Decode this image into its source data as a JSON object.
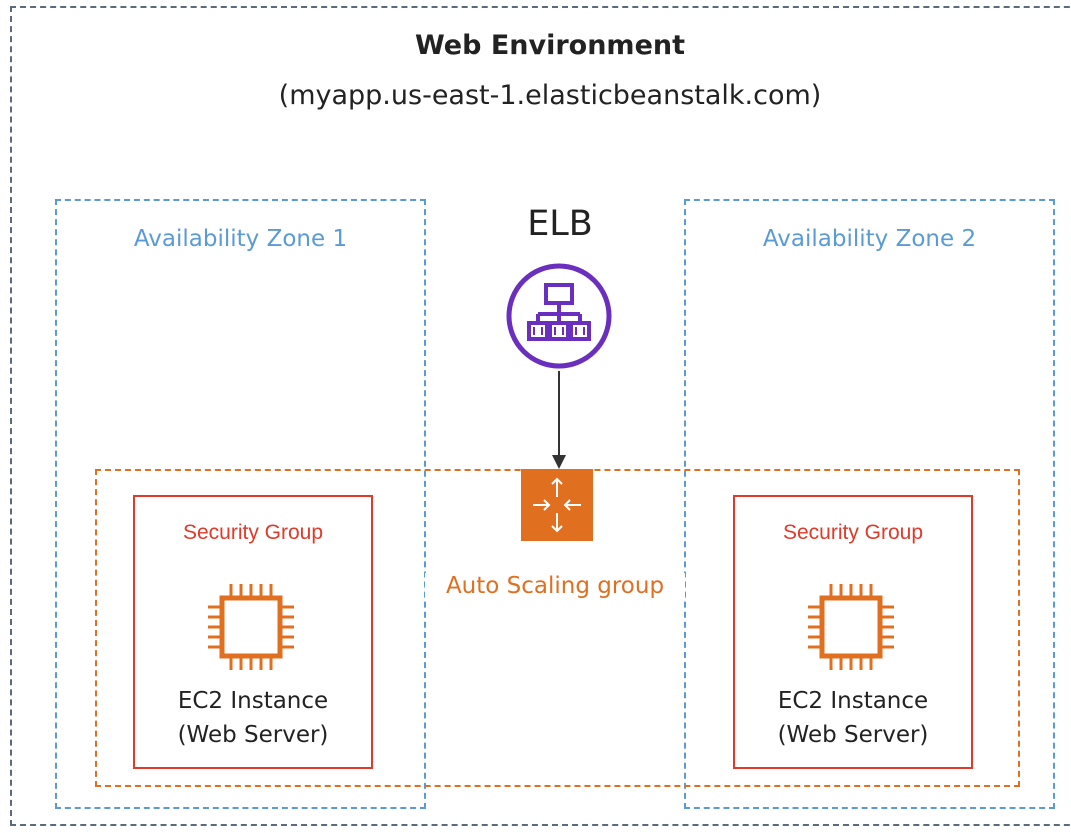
{
  "environment": {
    "title": "Web Environment",
    "subtitle": "(myapp.us-east-1.elasticbeanstalk.com)"
  },
  "zones": [
    {
      "label": "Availability Zone 1"
    },
    {
      "label": "Availability Zone 2"
    }
  ],
  "elb": {
    "label": "ELB",
    "icon": "load-balancer-icon",
    "color": "#6b2fbf"
  },
  "auto_scaling": {
    "label": "Auto Scaling group",
    "icon": "auto-scaling-icon",
    "color": "#e07020"
  },
  "security_groups": [
    {
      "label": "Security Group",
      "instance": {
        "line1": "EC2 Instance",
        "line2": "(Web Server)",
        "icon": "ec2-chip-icon"
      }
    },
    {
      "label": "Security Group",
      "instance": {
        "line1": "EC2 Instance",
        "line2": "(Web Server)",
        "icon": "ec2-chip-icon"
      }
    }
  ],
  "colors": {
    "zone_border": "#5b9bd5",
    "asg_border": "#e07020",
    "security_group": "#e03a2a",
    "environment_border": "#5a6b7b"
  }
}
